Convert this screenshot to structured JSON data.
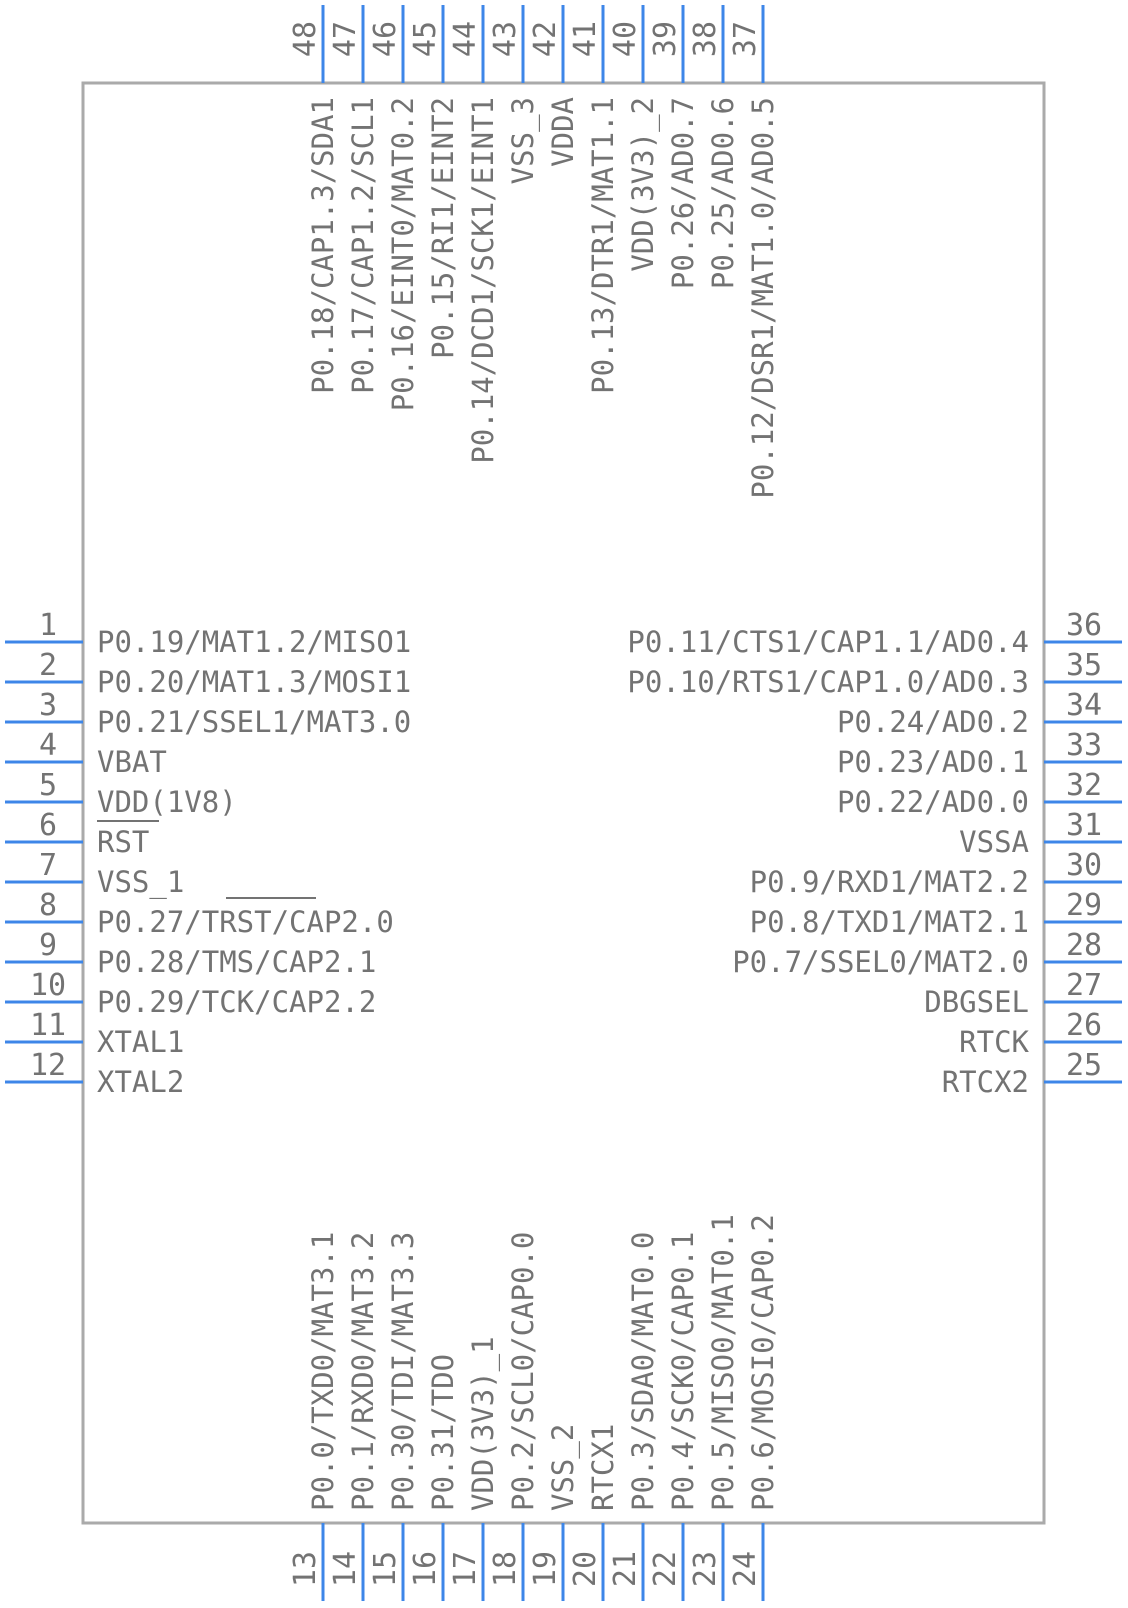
{
  "chip": {
    "colors": {
      "pin": "#3d86e8",
      "outline": "#aaaaaa",
      "text": "#737373",
      "background": "#ffffff"
    },
    "left_pins": [
      {
        "num": "1",
        "label": "P0.19/MAT1.2/MISO1"
      },
      {
        "num": "2",
        "label": "P0.20/MAT1.3/MOSI1"
      },
      {
        "num": "3",
        "label": "P0.21/SSEL1/MAT3.0"
      },
      {
        "num": "4",
        "label": "VBAT"
      },
      {
        "num": "5",
        "label": "VDD(1V8)"
      },
      {
        "num": "6",
        "label": "RST"
      },
      {
        "num": "7",
        "label": "VSS_1"
      },
      {
        "num": "8",
        "label": "P0.27/TRST/CAP2.0"
      },
      {
        "num": "9",
        "label": "P0.28/TMS/CAP2.1"
      },
      {
        "num": "10",
        "label": "P0.29/TCK/CAP2.2"
      },
      {
        "num": "11",
        "label": "XTAL1"
      },
      {
        "num": "12",
        "label": "XTAL2"
      }
    ],
    "right_pins": [
      {
        "num": "36",
        "label": "P0.11/CTS1/CAP1.1/AD0.4"
      },
      {
        "num": "35",
        "label": "P0.10/RTS1/CAP1.0/AD0.3"
      },
      {
        "num": "34",
        "label": "P0.24/AD0.2"
      },
      {
        "num": "33",
        "label": "P0.23/AD0.1"
      },
      {
        "num": "32",
        "label": "P0.22/AD0.0"
      },
      {
        "num": "31",
        "label": "VSSA"
      },
      {
        "num": "30",
        "label": "P0.9/RXD1/MAT2.2"
      },
      {
        "num": "29",
        "label": "P0.8/TXD1/MAT2.1"
      },
      {
        "num": "28",
        "label": "P0.7/SSEL0/MAT2.0"
      },
      {
        "num": "27",
        "label": "DBGSEL"
      },
      {
        "num": "26",
        "label": "RTCK"
      },
      {
        "num": "25",
        "label": "RTCX2"
      }
    ],
    "top_pins": [
      {
        "num": "48",
        "label": "P0.18/CAP1.3/SDA1"
      },
      {
        "num": "47",
        "label": "P0.17/CAP1.2/SCL1"
      },
      {
        "num": "46",
        "label": "P0.16/EINT0/MAT0.2"
      },
      {
        "num": "45",
        "label": "P0.15/RI1/EINT2"
      },
      {
        "num": "44",
        "label": "P0.14/DCD1/SCK1/EINT1"
      },
      {
        "num": "43",
        "label": "VSS_3"
      },
      {
        "num": "42",
        "label": "VDDA"
      },
      {
        "num": "41",
        "label": "P0.13/DTR1/MAT1.1"
      },
      {
        "num": "40",
        "label": "VDD(3V3)_2"
      },
      {
        "num": "39",
        "label": "P0.26/AD0.7"
      },
      {
        "num": "38",
        "label": "P0.25/AD0.6"
      },
      {
        "num": "37",
        "label": "P0.12/DSR1/MAT1.0/AD0.5"
      }
    ],
    "bottom_pins": [
      {
        "num": "13",
        "label": "P0.0/TXD0/MAT3.1"
      },
      {
        "num": "14",
        "label": "P0.1/RXD0/MAT3.2"
      },
      {
        "num": "15",
        "label": "P0.30/TDI/MAT3.3"
      },
      {
        "num": "16",
        "label": "P0.31/TDO"
      },
      {
        "num": "17",
        "label": "VDD(3V3)_1"
      },
      {
        "num": "18",
        "label": "P0.2/SCL0/CAP0.0"
      },
      {
        "num": "19",
        "label": "VSS_2"
      },
      {
        "num": "20",
        "label": "RTCX1"
      },
      {
        "num": "21",
        "label": "P0.3/SDA0/MAT0.0"
      },
      {
        "num": "22",
        "label": "P0.4/SCK0/CAP0.1"
      },
      {
        "num": "23",
        "label": "P0.5/MISO0/MAT0.1"
      },
      {
        "num": "24",
        "label": "P0.6/MOSI0/CAP0.2"
      }
    ]
  }
}
